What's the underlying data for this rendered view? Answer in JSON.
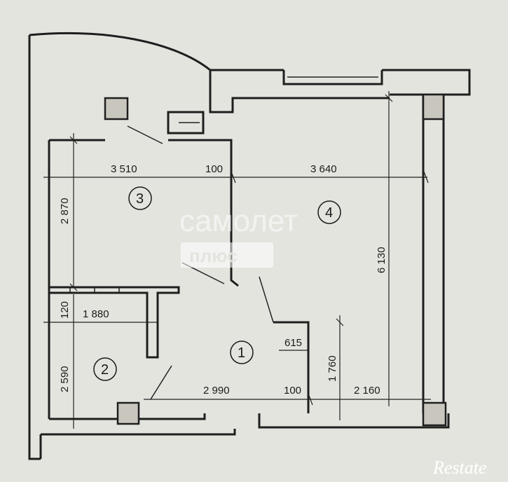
{
  "dimensions": {
    "d3510": "3 510",
    "d100a": "100",
    "d3640": "3 640",
    "d2870": "2 870",
    "d6130": "6 130",
    "d120": "120",
    "d1880": "1 880",
    "d615": "615",
    "d1760": "1 760",
    "d2590": "2 590",
    "d2990": "2 990",
    "d100b": "100",
    "d2160": "2 160"
  },
  "rooms": {
    "r1": "1",
    "r2": "2",
    "r3": "3",
    "r4": "4"
  },
  "watermark": {
    "brand": "самолет",
    "sub": "плюс"
  },
  "logo": {
    "text": "Restate"
  }
}
